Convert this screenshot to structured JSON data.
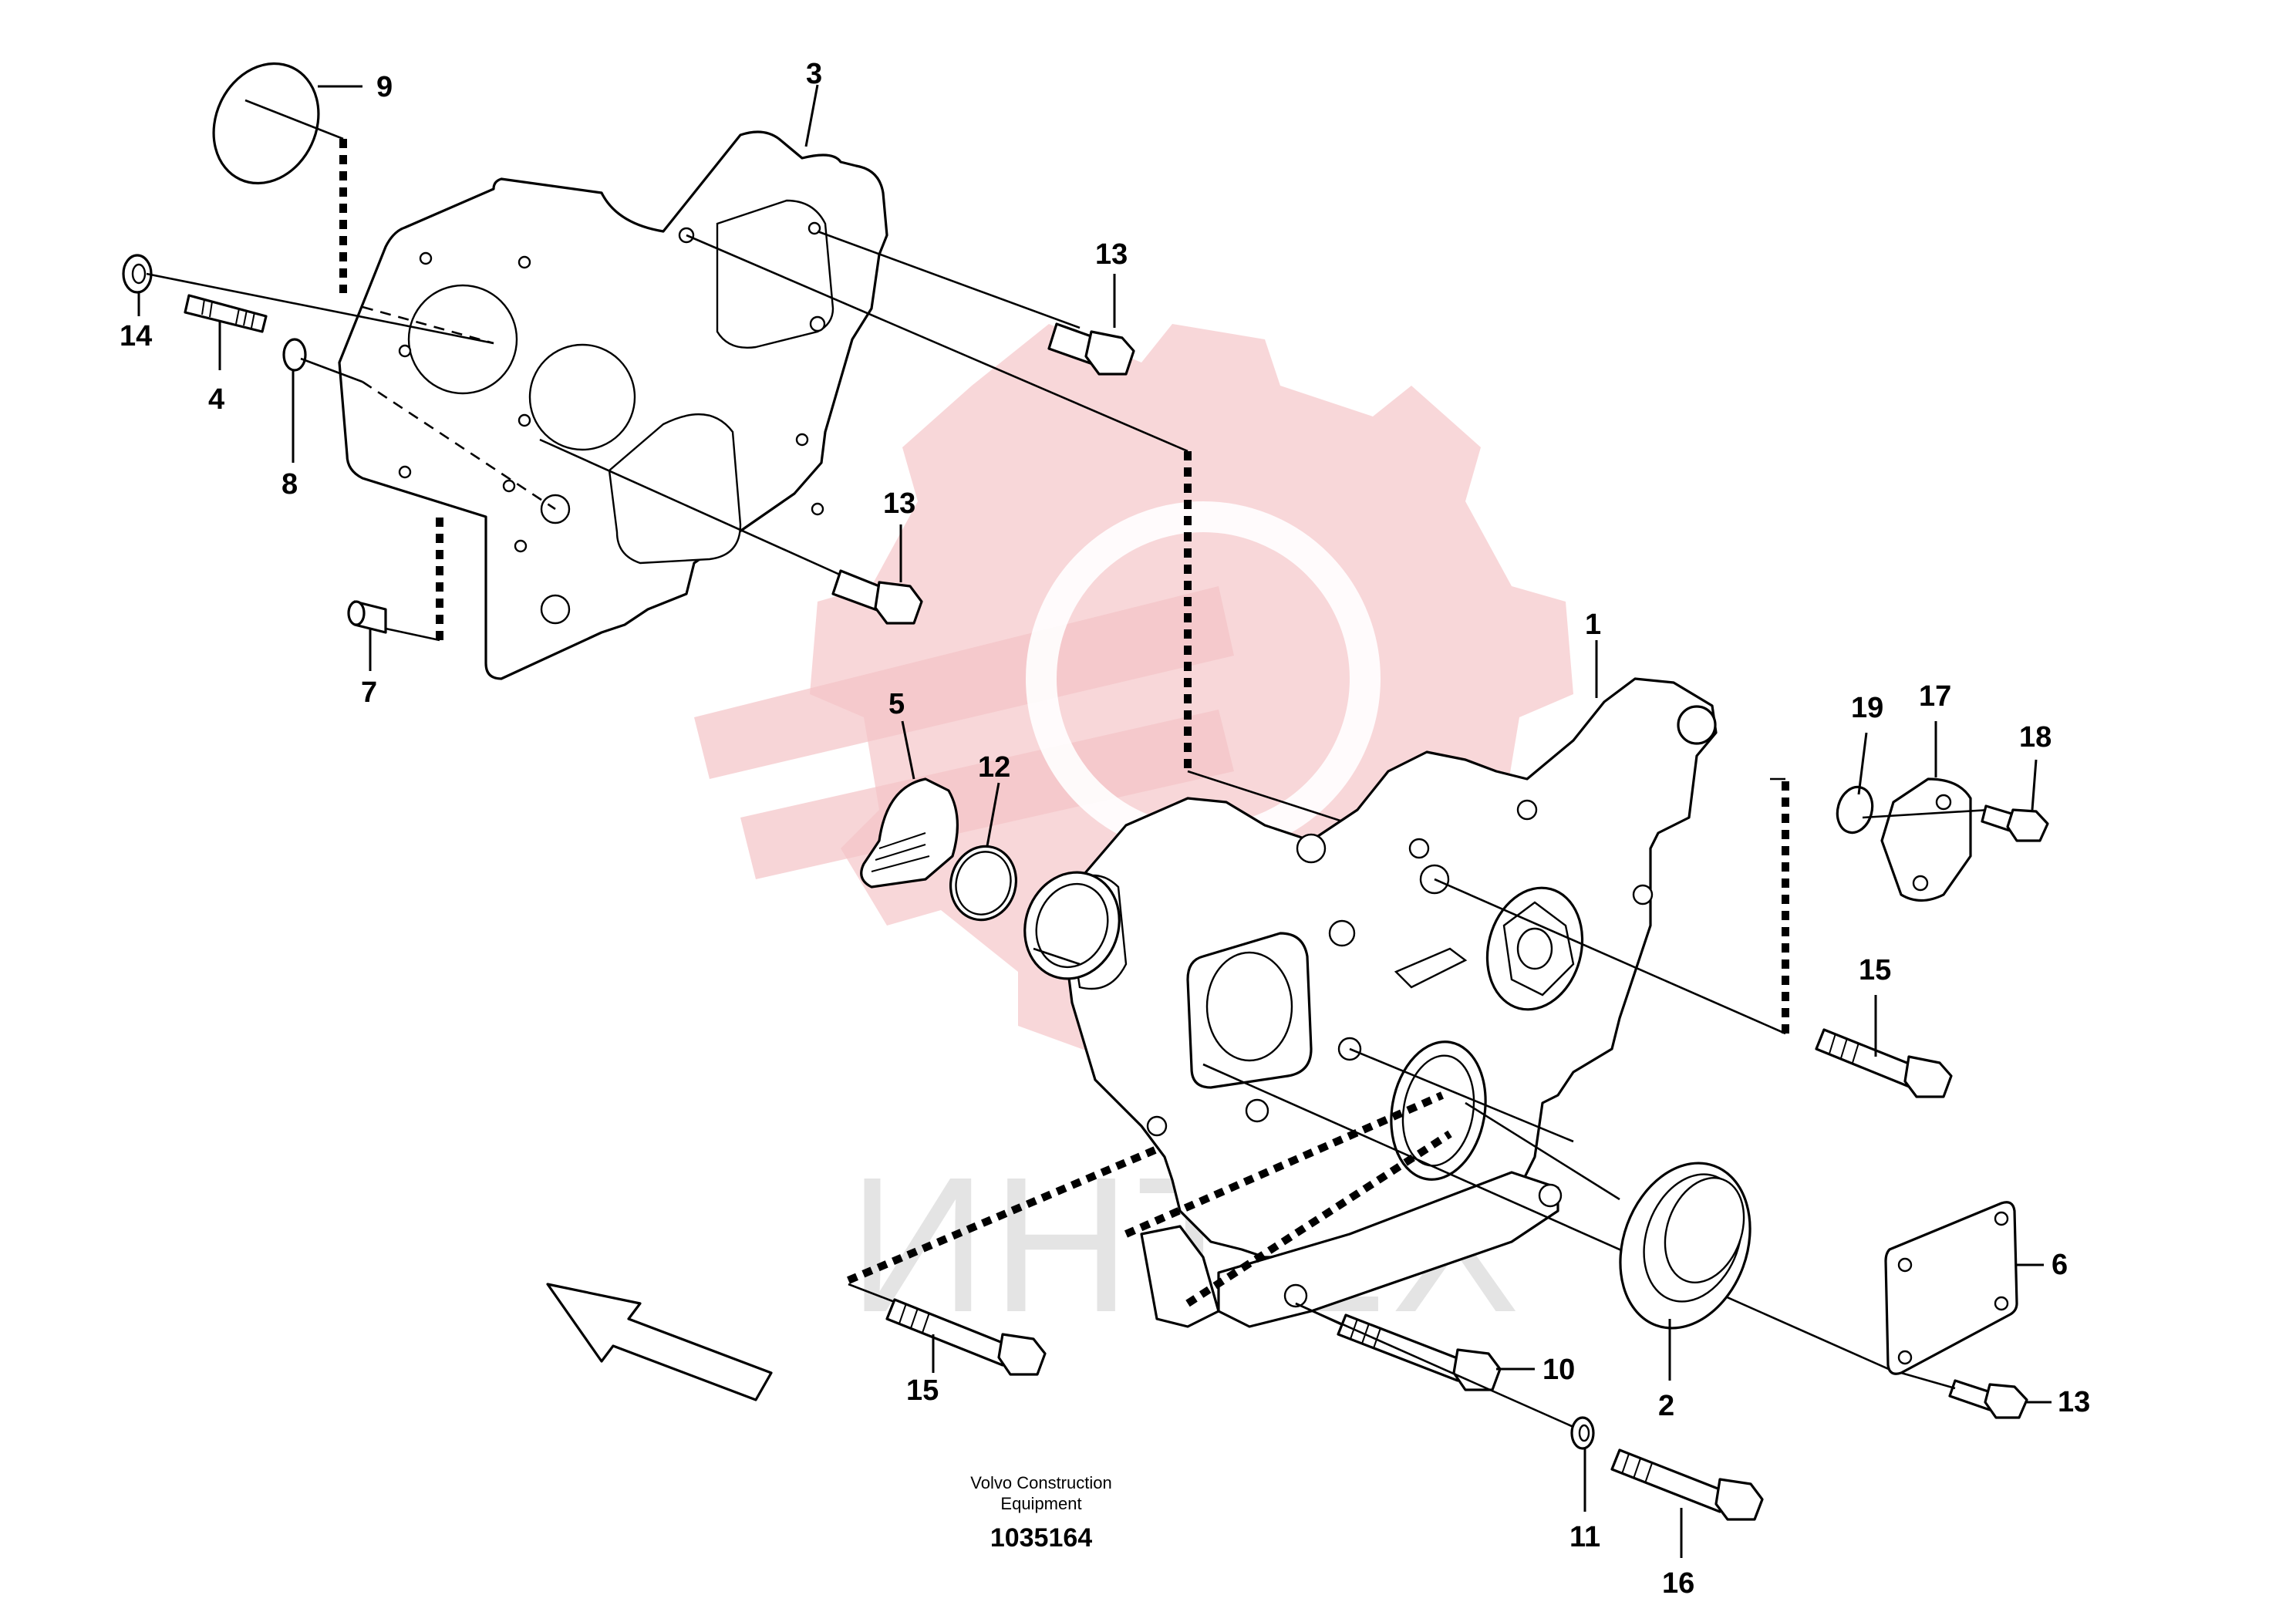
{
  "callouts": [
    {
      "id": "1",
      "label": "1"
    },
    {
      "id": "2",
      "label": "2"
    },
    {
      "id": "3",
      "label": "3"
    },
    {
      "id": "4",
      "label": "4"
    },
    {
      "id": "5",
      "label": "5"
    },
    {
      "id": "6",
      "label": "6"
    },
    {
      "id": "7",
      "label": "7"
    },
    {
      "id": "8",
      "label": "8"
    },
    {
      "id": "9",
      "label": "9"
    },
    {
      "id": "10",
      "label": "10"
    },
    {
      "id": "11",
      "label": "11"
    },
    {
      "id": "12",
      "label": "12"
    },
    {
      "id": "13a",
      "label": "13"
    },
    {
      "id": "13b",
      "label": "13"
    },
    {
      "id": "13c",
      "label": "13"
    },
    {
      "id": "14",
      "label": "14"
    },
    {
      "id": "15a",
      "label": "15"
    },
    {
      "id": "15b",
      "label": "15"
    },
    {
      "id": "16",
      "label": "16"
    },
    {
      "id": "17",
      "label": "17"
    },
    {
      "id": "18",
      "label": "18"
    },
    {
      "id": "19",
      "label": "19"
    }
  ],
  "caption": {
    "line1": "Volvo Construction",
    "line2": "Equipment",
    "number": "1035164"
  },
  "watermark": {
    "text": "ИНТЕХ",
    "icon": "gear-logo-icon",
    "color": "#f6c9cc"
  },
  "icons": {
    "direction_arrow": "front-direction-arrow-icon"
  }
}
